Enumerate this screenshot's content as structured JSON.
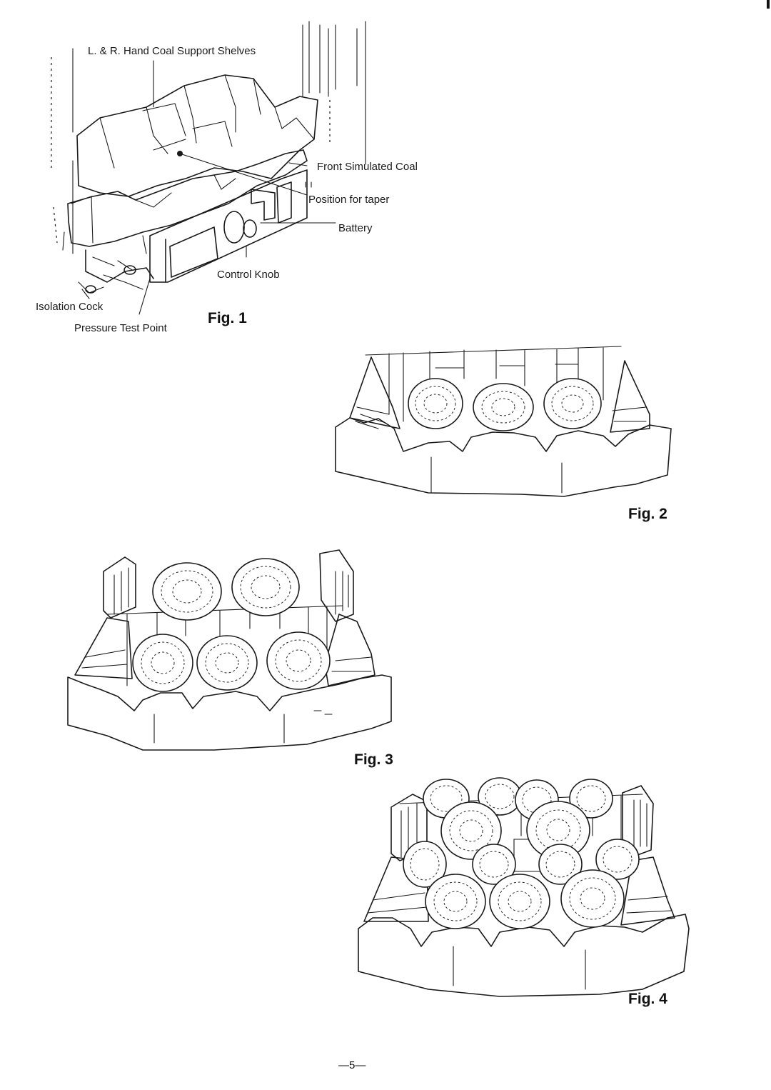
{
  "fig1": {
    "label_shelves": "L. & R. Hand Coal Support Shelves",
    "label_front_coal": "Front Simulated Coal",
    "label_taper": "Position for taper",
    "label_battery": "Battery",
    "label_control_knob": "Control Knob",
    "label_isolation_cock": "Isolation Cock",
    "label_pressure_test": "Pressure Test Point",
    "caption": "Fig. 1"
  },
  "fig2": {
    "caption": "Fig. 2"
  },
  "fig3": {
    "caption": "Fig. 3"
  },
  "fig4": {
    "caption": "Fig. 4"
  },
  "page_number": "—5—"
}
